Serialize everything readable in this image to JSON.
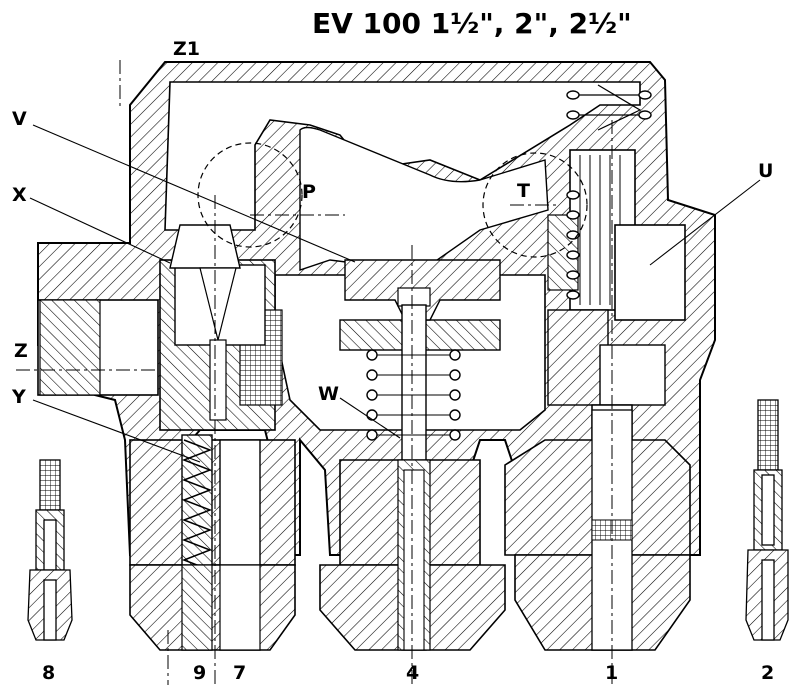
{
  "title": "EV 100 1½\", 2\", 2½\"",
  "labels": {
    "z1": "Z1",
    "v": "V",
    "x": "X",
    "p": "P",
    "t": "T",
    "u": "U",
    "z": "Z",
    "y": "Y",
    "w": "W"
  },
  "numbers": {
    "n8": "8",
    "n9": "9",
    "n7": "7",
    "n4": "4",
    "n1": "1",
    "n2": "2"
  }
}
